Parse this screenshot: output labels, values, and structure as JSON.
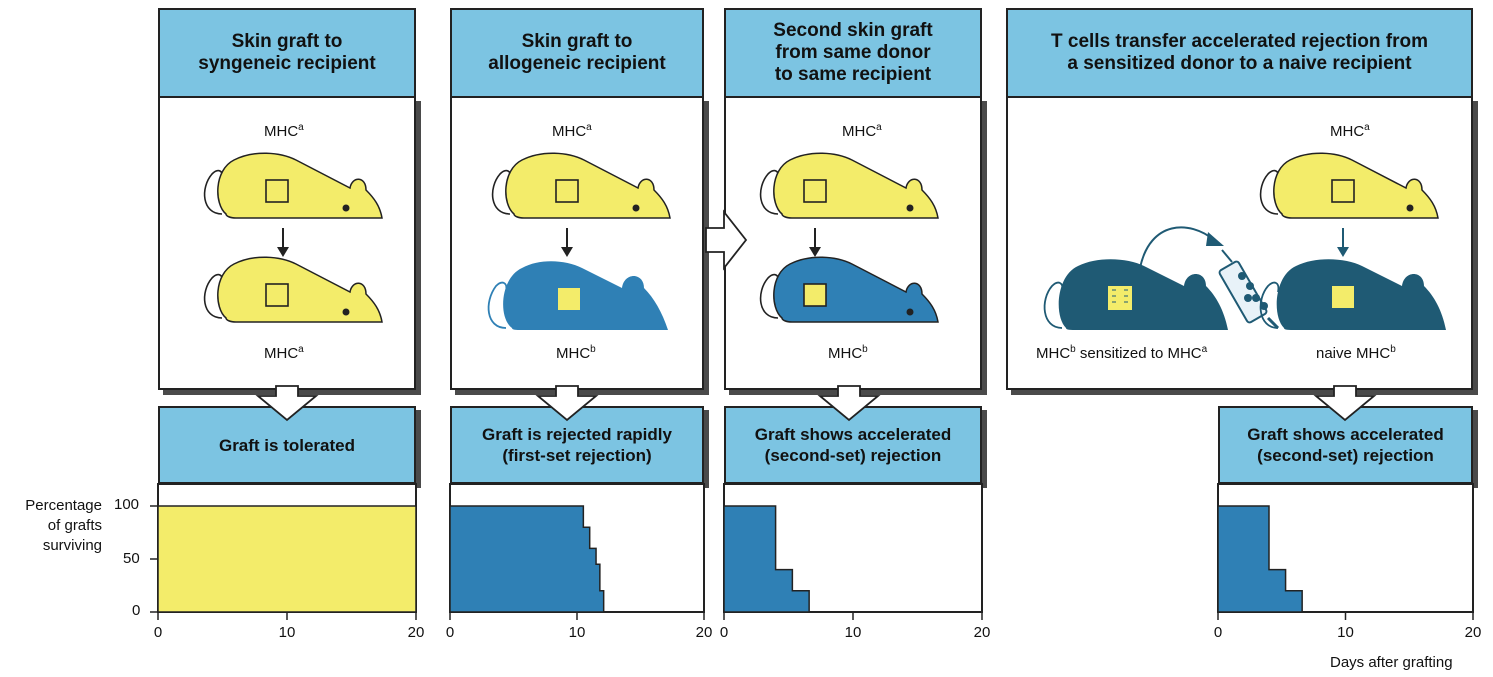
{
  "headers": [
    "Skin graft to\nsyngeneic recipient",
    "Skin graft to\nallogeneic recipient",
    "Second skin graft\nfrom same donor\nto  same  recipient",
    "T cells transfer accelerated rejection from\na sensitized donor to a naive recipient"
  ],
  "labels": {
    "p1_top": {
      "base": "MHC",
      "sup": "a"
    },
    "p1_bottom": {
      "base": "MHC",
      "sup": "a"
    },
    "p2_top": {
      "base": "MHC",
      "sup": "a"
    },
    "p2_bottom": {
      "base": "MHC",
      "sup": "b"
    },
    "p3_top": {
      "base": "MHC",
      "sup": "a"
    },
    "p3_bottom": {
      "base": "MHC",
      "sup": "b"
    },
    "p4_top": {
      "base": "MHC",
      "sup": "a"
    },
    "p4_left_a": "MHC",
    "p4_left_sup_b": "b",
    "p4_left_mid": " sensitized to MHC",
    "p4_left_sup_a": "a",
    "p4_right": "naive MHC",
    "p4_right_sup": "b"
  },
  "results": [
    "Graft is tolerated",
    "Graft is rejected rapidly\n(first-set rejection)",
    "Graft shows accelerated\n(second-set) rejection",
    "Graft shows accelerated\n(second-set) rejection"
  ],
  "y_axis_label": "Percentage\nof grafts\nsurviving",
  "x_axis_label": "Days after grafting",
  "colors": {
    "header": "#7cc4e2",
    "mouse_a": "#f3ec6a",
    "mouse_b": "#2f80b5",
    "mouse_dark": "#1f5a74",
    "graft": "#f3ec6a"
  },
  "chart_data": [
    {
      "type": "area",
      "title": "",
      "xlabel": "",
      "ylabel": "Percentage of grafts surviving",
      "xlim": [
        0,
        20
      ],
      "ylim": [
        0,
        100
      ],
      "x_ticks": [
        0,
        10,
        20
      ],
      "y_ticks": [
        0,
        50,
        100
      ],
      "color": "#f3ec6a",
      "series": [
        {
          "x": [
            0,
            20
          ],
          "y": [
            100,
            100
          ]
        }
      ]
    },
    {
      "type": "area",
      "title": "",
      "xlabel": "",
      "ylabel": "",
      "xlim": [
        0,
        20
      ],
      "ylim": [
        0,
        100
      ],
      "x_ticks": [
        0,
        10,
        20
      ],
      "color": "#2f80b5",
      "series": [
        {
          "x": [
            0,
            10.5,
            10.5,
            11,
            11,
            11.5,
            11.5,
            11.8,
            11.8,
            12.1,
            12.1
          ],
          "y": [
            100,
            100,
            80,
            80,
            60,
            60,
            45,
            45,
            20,
            20,
            0
          ]
        }
      ]
    },
    {
      "type": "area",
      "title": "",
      "xlabel": "",
      "ylabel": "",
      "xlim": [
        0,
        20
      ],
      "ylim": [
        0,
        100
      ],
      "x_ticks": [
        0,
        10,
        20
      ],
      "color": "#2f80b5",
      "series": [
        {
          "x": [
            0,
            4,
            4,
            5.3,
            5.3,
            6.6,
            6.6
          ],
          "y": [
            100,
            100,
            40,
            40,
            20,
            20,
            0
          ]
        }
      ]
    },
    {
      "type": "area",
      "title": "",
      "xlabel": "Days after grafting",
      "ylabel": "",
      "xlim": [
        0,
        20
      ],
      "ylim": [
        0,
        100
      ],
      "x_ticks": [
        0,
        10,
        20
      ],
      "color": "#2f80b5",
      "series": [
        {
          "x": [
            0,
            4,
            4,
            5.3,
            5.3,
            6.6,
            6.6
          ],
          "y": [
            100,
            100,
            40,
            40,
            20,
            20,
            0
          ]
        }
      ]
    }
  ]
}
